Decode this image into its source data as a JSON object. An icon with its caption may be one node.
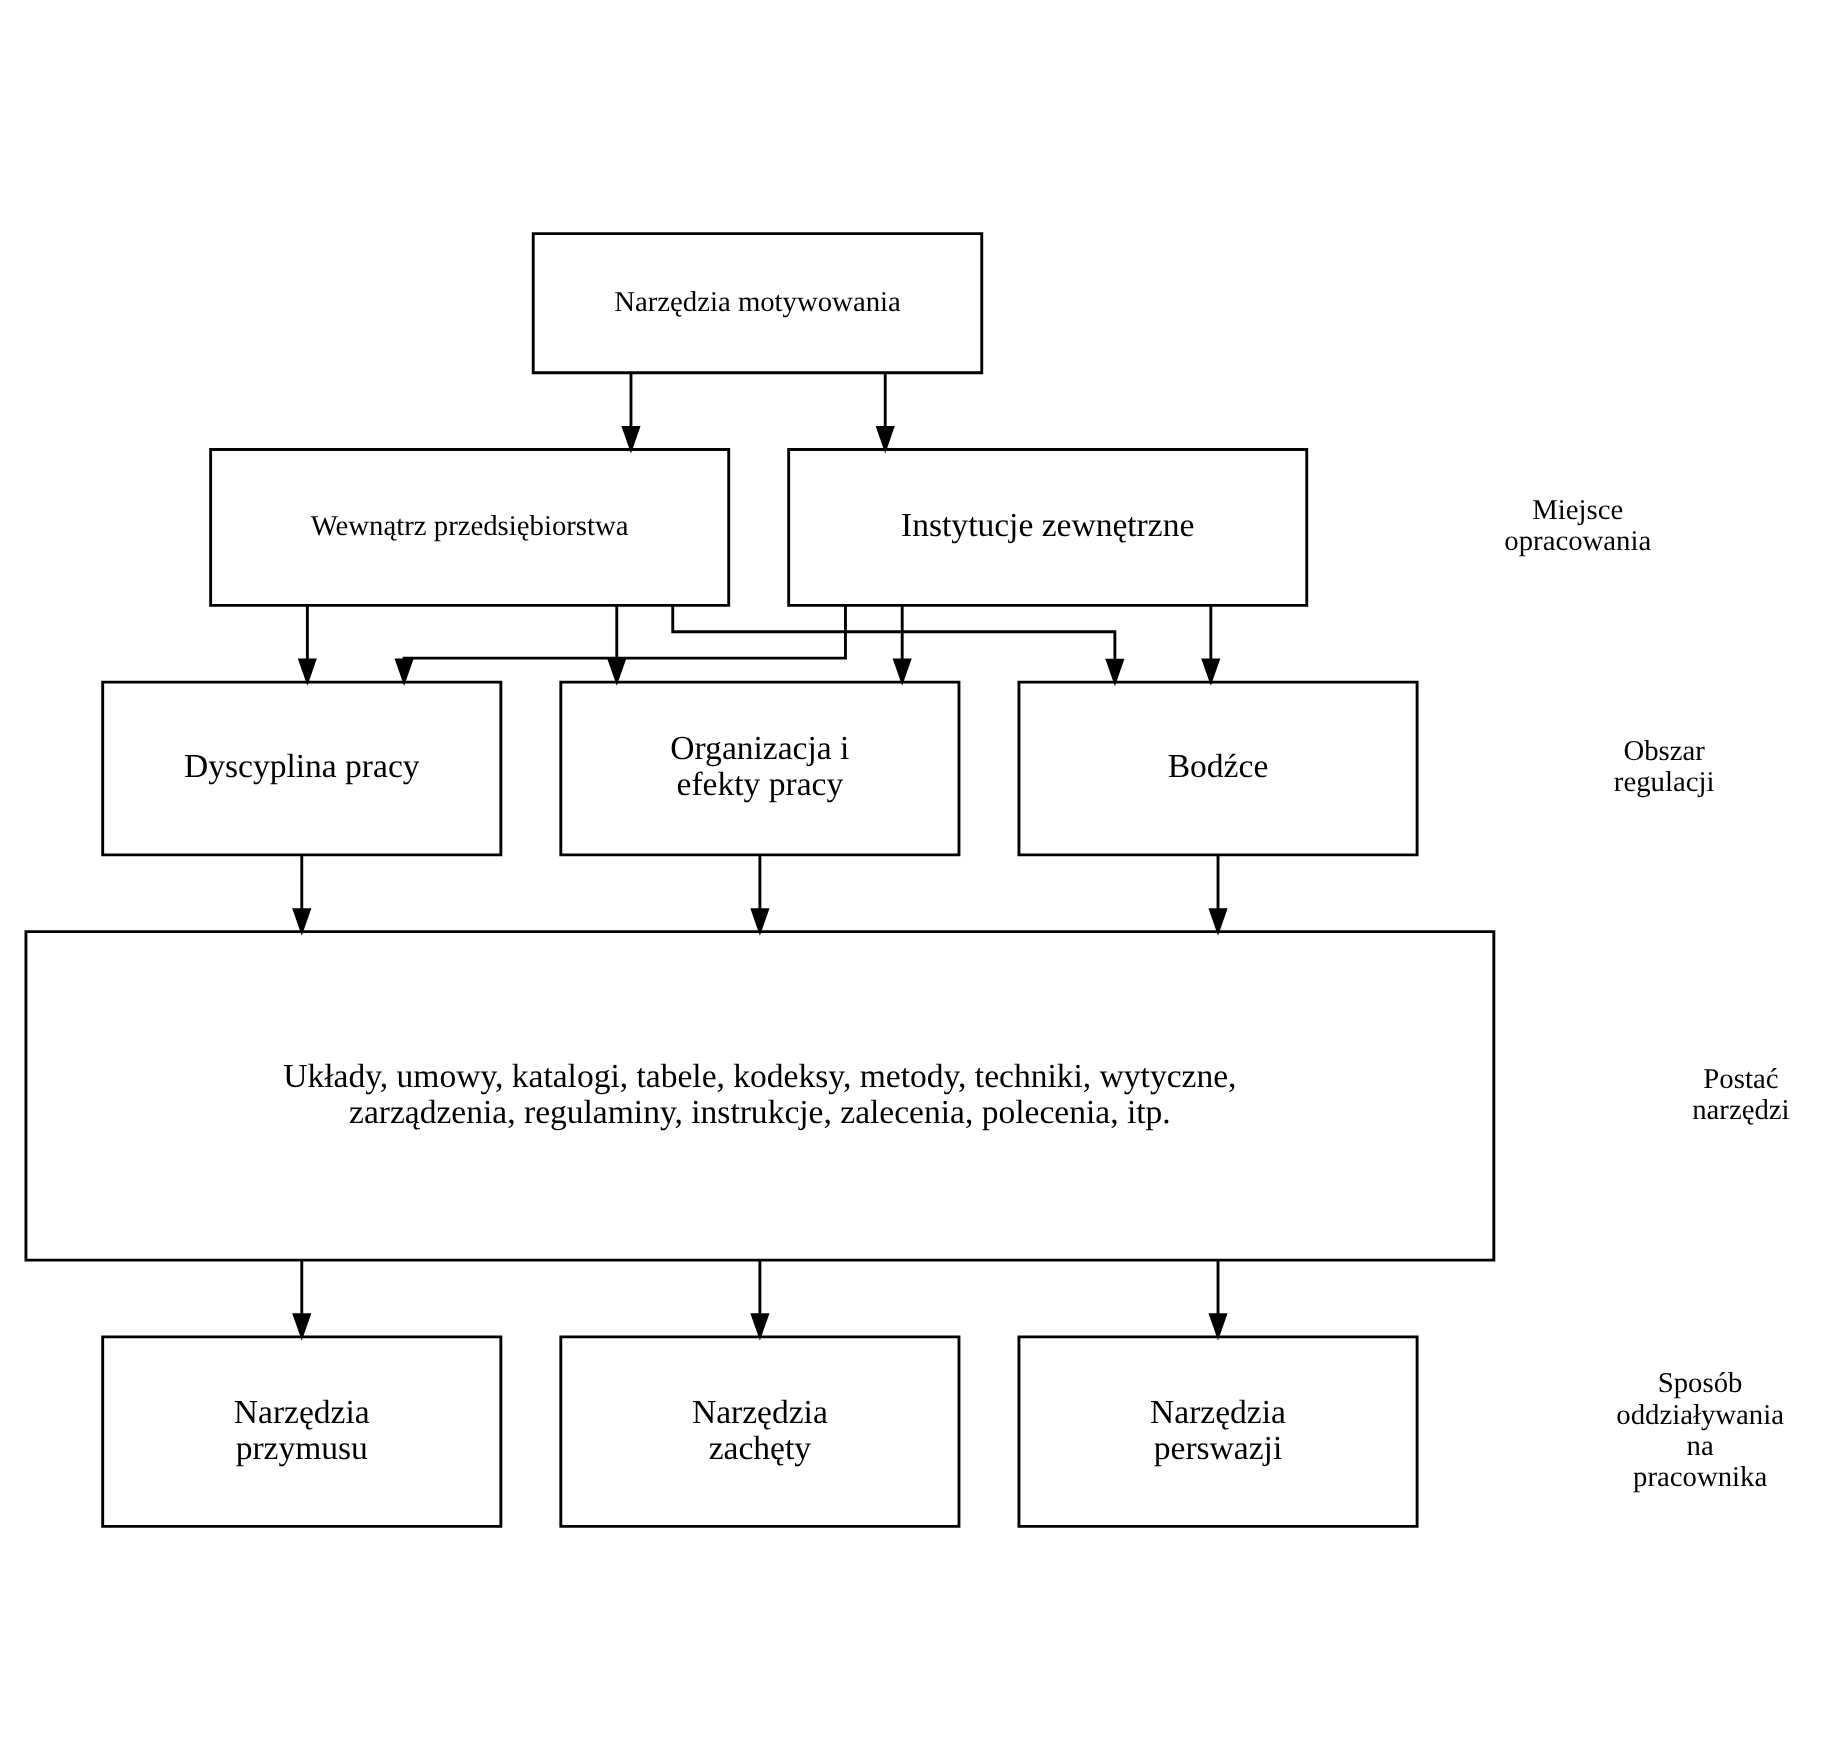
{
  "diagram": {
    "nodes": [
      {
        "text": [
          "Narzędzia motywowania"
        ]
      },
      {
        "text": [
          "Wewnątrz przedsiębiorstwa"
        ]
      },
      {
        "text": [
          "Instytucje zewnętrzne"
        ]
      },
      {
        "text": [
          "Dyscyplina pracy"
        ]
      },
      {
        "text": [
          "Organizacja i efekty pracy"
        ]
      },
      {
        "text": [
          "Bodźce"
        ]
      },
      {
        "text": [
          "Układy, umowy, katalogi, tabele, kodeksy, metody, techniki, wytyczne, zarządzenia, regulaminy, instrukcje, zalecenia, polecenia, itp."
        ]
      },
      {
        "text": [
          "Narzędzia przymusu"
        ]
      },
      {
        "text": [
          "Narzędzia zachęty"
        ]
      },
      {
        "text": [
          "Narzędzia perswazji"
        ]
      }
    ],
    "edges": [
      {
        "from": 0,
        "to": 1,
        "arrow": "to"
      },
      {
        "from": 0,
        "to": 2,
        "arrow": "to"
      },
      {
        "from": 1,
        "to": 3,
        "arrow": "to"
      },
      {
        "from": 1,
        "to": 4,
        "arrow": "to"
      },
      {
        "from": 1,
        "to": 5,
        "arrow": "to"
      },
      {
        "from": 2,
        "to": 3,
        "arrow": "to"
      },
      {
        "from": 2,
        "to": 4,
        "arrow": "to"
      },
      {
        "from": 2,
        "to": 5,
        "arrow": "to"
      },
      {
        "from": 3,
        "to": 6,
        "arrow": "to"
      },
      {
        "from": 4,
        "to": 6,
        "arrow": "to"
      },
      {
        "from": 5,
        "to": 6,
        "arrow": "to"
      },
      {
        "from": 6,
        "to": 7,
        "arrow": "to"
      },
      {
        "from": 6,
        "to": 8,
        "arrow": "to"
      },
      {
        "from": 6,
        "to": 9,
        "arrow": "to"
      }
    ],
    "labels": [
      "Miejsce opracowania",
      "Obszar regulacji",
      "Postać narzędzi",
      "Sposób oddziaływania na pracownika"
    ]
  }
}
